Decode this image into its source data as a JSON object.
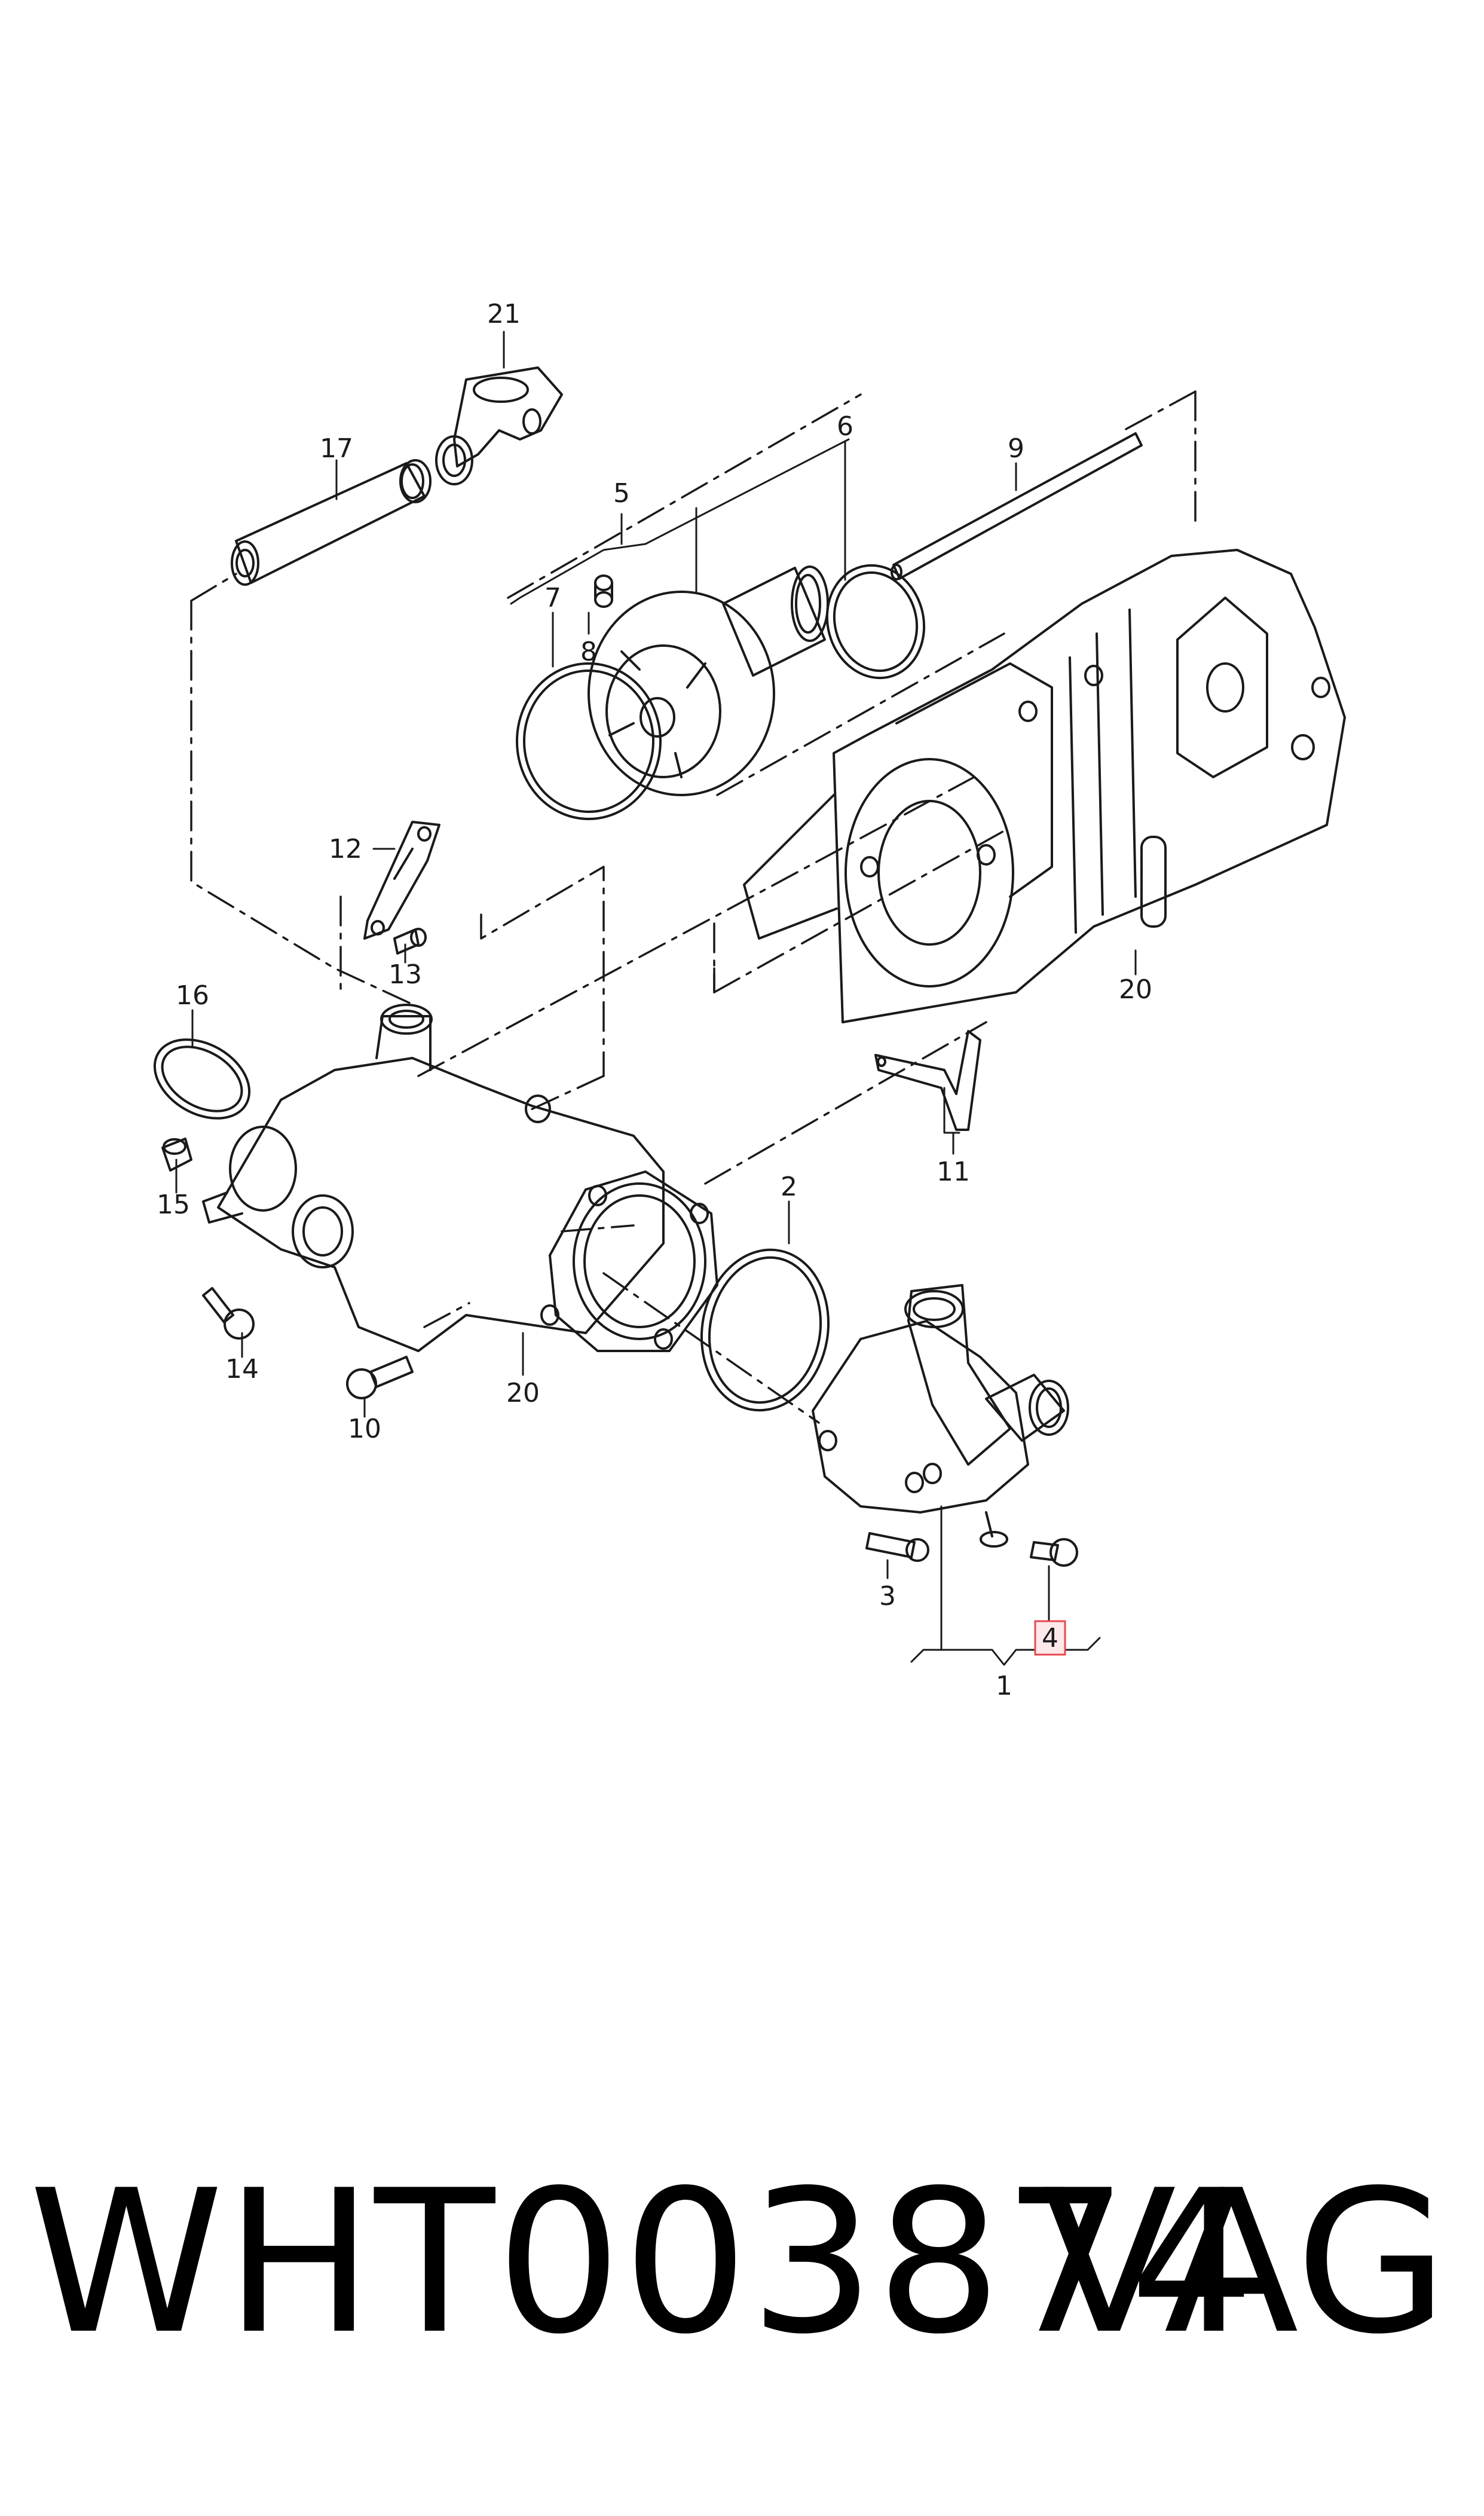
{
  "callouts": {
    "c1": "1",
    "c2": "2",
    "c3": "3",
    "c4": "4",
    "c5": "5",
    "c6": "6",
    "c7": "7",
    "c8": "8",
    "c9": "9",
    "c10": "10",
    "c11": "11",
    "c12": "12",
    "c13": "13",
    "c14": "14",
    "c15": "15",
    "c16": "16",
    "c17": "17",
    "c20a": "20",
    "c20b": "20",
    "c21": "21"
  },
  "highlight": {
    "callout": "4",
    "color": "#e8474f"
  },
  "footer": {
    "part_number": "WHT003874",
    "brand": "VAG"
  }
}
